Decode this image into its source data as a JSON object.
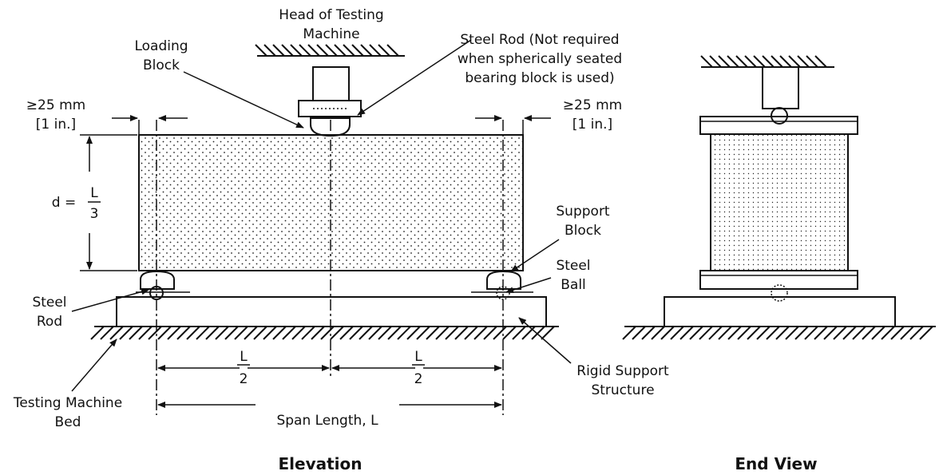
{
  "labels": {
    "head_of_testing_machine": [
      "Head of Testing",
      "Machine"
    ],
    "loading_block": [
      "Loading",
      "Block"
    ],
    "steel_rod_top": [
      "Steel Rod (Not required",
      "when spherically seated",
      "bearing block is used)"
    ],
    "edge_left": [
      "≥25 mm",
      "[1 in.]"
    ],
    "edge_right": [
      "≥25 mm",
      "[1 in.]"
    ],
    "depth_prefix": "d =",
    "depth_num": "L",
    "depth_den": "3",
    "support_block": [
      "Support",
      "Block"
    ],
    "steel_ball": [
      "Steel",
      "Ball"
    ],
    "steel_rod_bottom": [
      "Steel",
      "Rod"
    ],
    "testing_machine_bed": [
      "Testing Machine",
      "Bed"
    ],
    "rigid_support_structure": [
      "Rigid Support",
      "Structure"
    ],
    "half_span_num": "L",
    "half_span_den": "2",
    "span_length": "Span Length, L"
  },
  "views": {
    "elevation": "Elevation",
    "end_view": "End View"
  }
}
